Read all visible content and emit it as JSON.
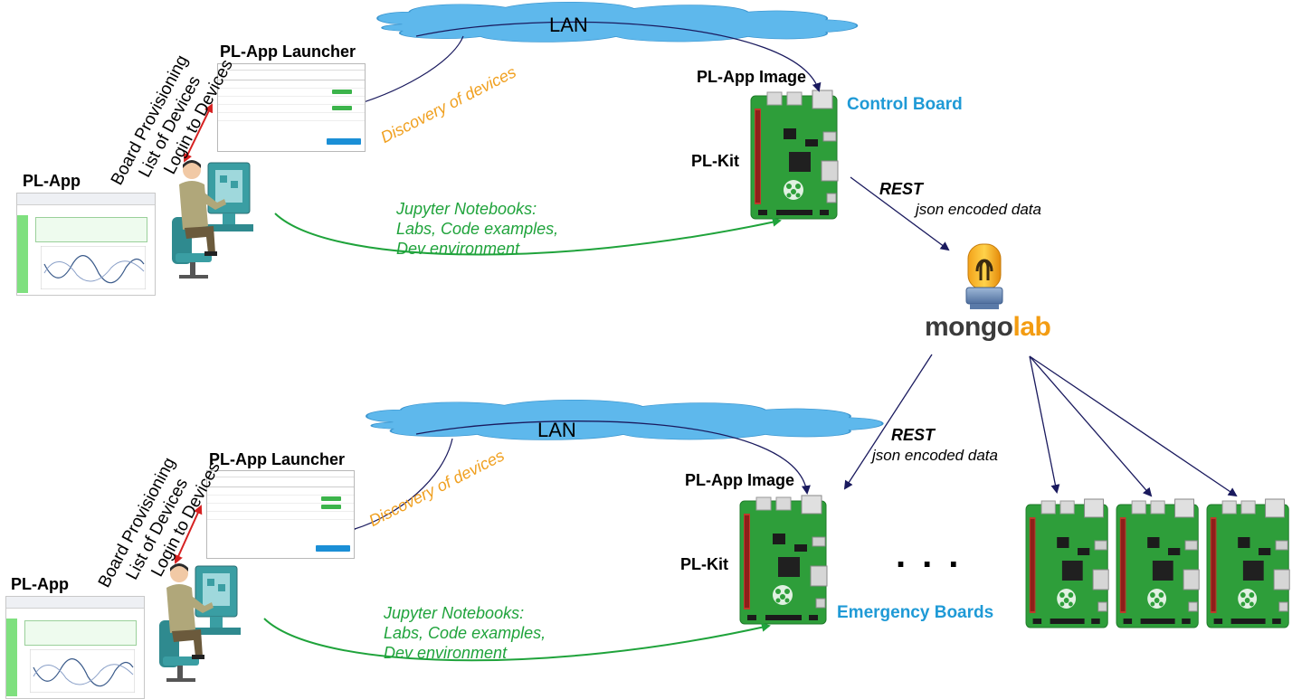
{
  "top": {
    "pl_app": "PL-App",
    "launcher": "PL-App Launcher",
    "rotated": [
      "Board Provisioning",
      "List of Devices",
      "Login to Devices"
    ],
    "lan": "LAN",
    "discovery": "Discovery of devices",
    "pl_app_image": "PL-App Image",
    "control_board": "Control Board",
    "pl_kit": "PL-Kit",
    "jupyter": [
      "Jupyter Notebooks:",
      "Labs, Code examples,",
      "Dev environment"
    ],
    "rest": "REST",
    "json": "json encoded data"
  },
  "bottom": {
    "pl_app": "PL-App",
    "launcher": "PL-App Launcher",
    "rotated": [
      "Board Provisioning",
      "List of Devices",
      "Login to Devices"
    ],
    "lan": "LAN",
    "discovery": "Discovery of devices",
    "pl_app_image": "PL-App Image",
    "emergency_boards": "Emergency Boards",
    "pl_kit": "PL-Kit",
    "jupyter": [
      "Jupyter Notebooks:",
      "Labs, Code examples,",
      "Dev environment"
    ],
    "rest": "REST",
    "json": "json encoded data",
    "ellipsis": "..."
  },
  "mongolab": {
    "part1": "mongo",
    "part2": "lab"
  },
  "colors": {
    "cloud": "#5eb8ec",
    "board_green": "#2e9e3a",
    "cyan_text": "#1f9ad6",
    "orange_text": "#f0a020",
    "green_text": "#1fa33b",
    "navy_arrow": "#1a1a5e",
    "red_arrow": "#d62020"
  }
}
